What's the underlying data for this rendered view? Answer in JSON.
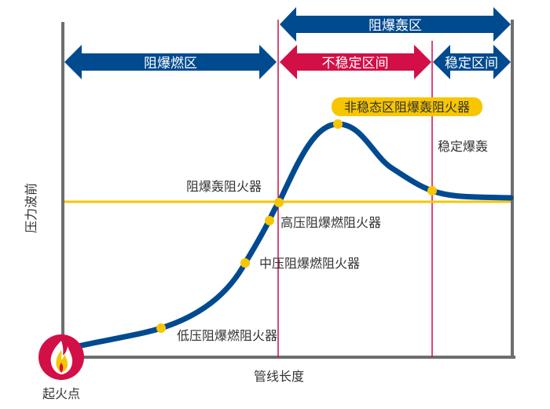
{
  "zones": {
    "detonation_zone": "阻爆轰区",
    "deflagration_zone": "阻爆燃区",
    "unstable_interval": "不稳定区间",
    "stable_interval": "稳定区间"
  },
  "labels": {
    "unstable_detonation_arrester": "非稳态区阻爆轰阻火器",
    "stable_detonation": "稳定爆轰",
    "detonation_arrester": "阻爆轰阻火器",
    "high_pressure": "高压阻爆燃阻火器",
    "medium_pressure": "中压阻爆燃阻火器",
    "low_pressure": "低压阻爆燃阻火器"
  },
  "axes": {
    "x_label": "管线长度",
    "y_label": "压力波前",
    "origin_label": "起火点"
  },
  "colors": {
    "navy": "#004a8f",
    "crimson": "#d20f46",
    "yellow": "#f7c600",
    "axis": "#6d6e71"
  }
}
